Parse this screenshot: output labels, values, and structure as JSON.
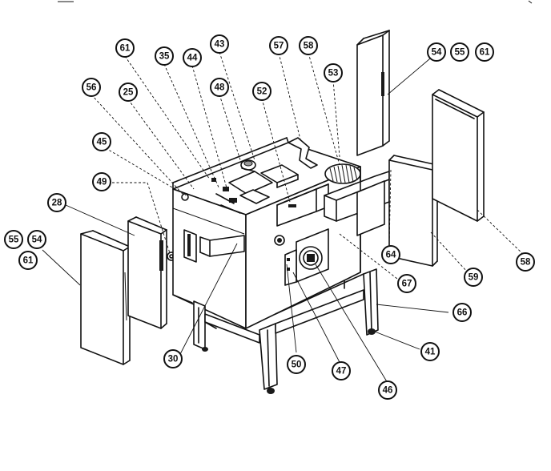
{
  "callouts": [
    {
      "id": "c61a",
      "label": "61"
    },
    {
      "id": "c35",
      "label": "35"
    },
    {
      "id": "c44",
      "label": "44"
    },
    {
      "id": "c43",
      "label": "43"
    },
    {
      "id": "c57",
      "label": "57"
    },
    {
      "id": "c58a",
      "label": "58"
    },
    {
      "id": "c53",
      "label": "53"
    },
    {
      "id": "c54a",
      "label": "54"
    },
    {
      "id": "c55a",
      "label": "55"
    },
    {
      "id": "c61b",
      "label": "61"
    },
    {
      "id": "c56",
      "label": "56"
    },
    {
      "id": "c25",
      "label": "25"
    },
    {
      "id": "c48",
      "label": "48"
    },
    {
      "id": "c52",
      "label": "52"
    },
    {
      "id": "c45",
      "label": "45"
    },
    {
      "id": "c49",
      "label": "49"
    },
    {
      "id": "c28",
      "label": "28"
    },
    {
      "id": "c55b",
      "label": "55"
    },
    {
      "id": "c54b",
      "label": "54"
    },
    {
      "id": "c61c",
      "label": "61"
    },
    {
      "id": "c64",
      "label": "64"
    },
    {
      "id": "c58b",
      "label": "58"
    },
    {
      "id": "c59",
      "label": "59"
    },
    {
      "id": "c67",
      "label": "67"
    },
    {
      "id": "c66",
      "label": "66"
    },
    {
      "id": "c41",
      "label": "41"
    },
    {
      "id": "c30",
      "label": "30"
    },
    {
      "id": "c50",
      "label": "50"
    },
    {
      "id": "c47",
      "label": "47"
    },
    {
      "id": "c46",
      "label": "46"
    }
  ]
}
